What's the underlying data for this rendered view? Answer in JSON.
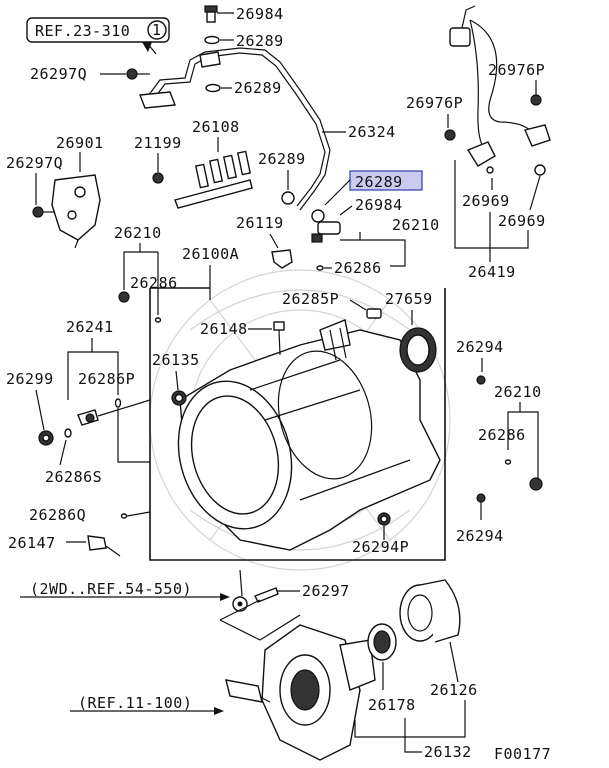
{
  "diagram_code": "F00177",
  "highlighted_part": "26289",
  "references": {
    "top_left": "REF.23-310",
    "top_left_circle": "1",
    "two_wd": "(2WD..REF.54-550)",
    "ref_11": "(REF.11-100)"
  },
  "labels": {
    "p26984_top": "26984",
    "p26289_a": "26289",
    "p26297Q_a": "26297Q",
    "p26289_b": "26289",
    "p26324": "26324",
    "p26901": "26901",
    "p21199": "21199",
    "p26108": "26108",
    "p26289_c": "26289",
    "p26289_hl": "26289",
    "p26297Q_b": "26297Q",
    "p26984_b": "26984",
    "p26119": "26119",
    "p26210_a": "26210",
    "p26210_b": "26210",
    "p26100A": "26100A",
    "p26286_a": "26286",
    "p26286_b": "26286",
    "p26976P_a": "26976P",
    "p26976P_b": "26976P",
    "p26969_a": "26969",
    "p26969_b": "26969",
    "p26419": "26419",
    "p26285P": "26285P",
    "p27659": "27659",
    "p26148": "26148",
    "p26241": "26241",
    "p26135": "26135",
    "p26299": "26299",
    "p26286P": "26286P",
    "p26294_a": "26294",
    "p26210_c": "26210",
    "p26286_c": "26286",
    "p26286S": "26286S",
    "p26286Q": "26286Q",
    "p26294_b": "26294",
    "p26147": "26147",
    "p26294P": "26294P",
    "p26297": "26297",
    "p26126": "26126",
    "p26178": "26178",
    "p26132": "26132"
  }
}
